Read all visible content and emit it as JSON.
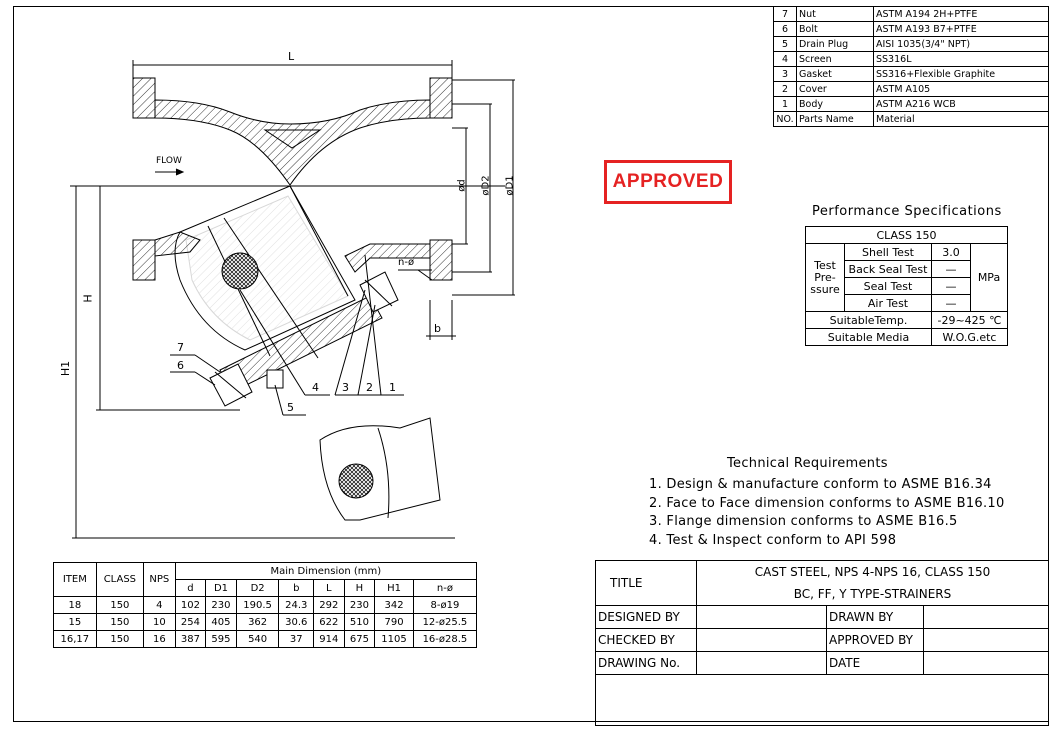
{
  "stamp": "APPROVED",
  "parts_table": {
    "rows": [
      {
        "no": "7",
        "name": "Nut",
        "material": "ASTM A194 2H+PTFE"
      },
      {
        "no": "6",
        "name": "Bolt",
        "material": "ASTM A193 B7+PTFE"
      },
      {
        "no": "5",
        "name": "Drain Plug",
        "material": "AISI 1035(3/4\" NPT)"
      },
      {
        "no": "4",
        "name": "Screen",
        "material": "SS316L"
      },
      {
        "no": "3",
        "name": "Gasket",
        "material": "SS316+Flexible Graphite"
      },
      {
        "no": "2",
        "name": "Cover",
        "material": "ASTM A105"
      },
      {
        "no": "1",
        "name": "Body",
        "material": "ASTM A216 WCB"
      }
    ],
    "header": {
      "no": "NO.",
      "name": "Parts Name",
      "material": "Material"
    }
  },
  "performance": {
    "title": "Performance Specifications",
    "class": "CLASS 150",
    "test_label": "Test Pre- ssure",
    "rows": [
      {
        "name": "Shell Test",
        "value": "3.0"
      },
      {
        "name": "Back Seal Test",
        "value": "—"
      },
      {
        "name": "Seal Test",
        "value": "—"
      },
      {
        "name": "Air Test",
        "value": "—"
      }
    ],
    "unit": "MPa",
    "temp_label": "SuitableTemp.",
    "temp_value": "-29~425 ℃",
    "media_label": "Suitable Media",
    "media_value": "W.O.G.etc"
  },
  "technical": {
    "title": "Technical Requirements",
    "items": [
      "1. Design & manufacture conform to ASME B16.34",
      "2. Face to Face dimension conforms to ASME B16.10",
      "3. Flange dimension conforms to ASME B16.5",
      "4. Test & Inspect conform to API 598"
    ]
  },
  "dimensions": {
    "header": {
      "item": "ITEM",
      "class": "CLASS",
      "nps": "NPS",
      "group": "Main Dimension (mm)"
    },
    "columns": [
      "d",
      "D1",
      "D2",
      "b",
      "L",
      "H",
      "H1",
      "n-ø"
    ],
    "rows": [
      {
        "item": "18",
        "class": "150",
        "nps": "4",
        "vals": [
          "102",
          "230",
          "190.5",
          "24.3",
          "292",
          "230",
          "342",
          "8-ø19"
        ]
      },
      {
        "item": "15",
        "class": "150",
        "nps": "10",
        "vals": [
          "254",
          "405",
          "362",
          "30.6",
          "622",
          "510",
          "790",
          "12-ø25.5"
        ]
      },
      {
        "item": "16,17",
        "class": "150",
        "nps": "16",
        "vals": [
          "387",
          "595",
          "540",
          "37",
          "914",
          "675",
          "1105",
          "16-ø28.5"
        ]
      }
    ]
  },
  "title_block": {
    "title_label": "TITLE",
    "title_line1": "CAST STEEL, NPS 4-NPS 16, CLASS 150",
    "title_line2": "BC, FF, Y TYPE-STRAINERS",
    "designed_by": "DESIGNED BY",
    "drawn_by": "DRAWN BY",
    "checked_by": "CHECKED  BY",
    "approved_by": "APPROVED BY",
    "drawing_no": "DRAWING No.",
    "date": "DATE"
  },
  "drawing_labels": {
    "L": "L",
    "flow": "FLOW",
    "d": "ød",
    "D2": "øD2",
    "D1": "øD1",
    "n": "n-ø",
    "b": "b",
    "H": "H",
    "H1": "H1",
    "callouts": [
      "1",
      "2",
      "3",
      "4",
      "5",
      "6",
      "7"
    ]
  }
}
